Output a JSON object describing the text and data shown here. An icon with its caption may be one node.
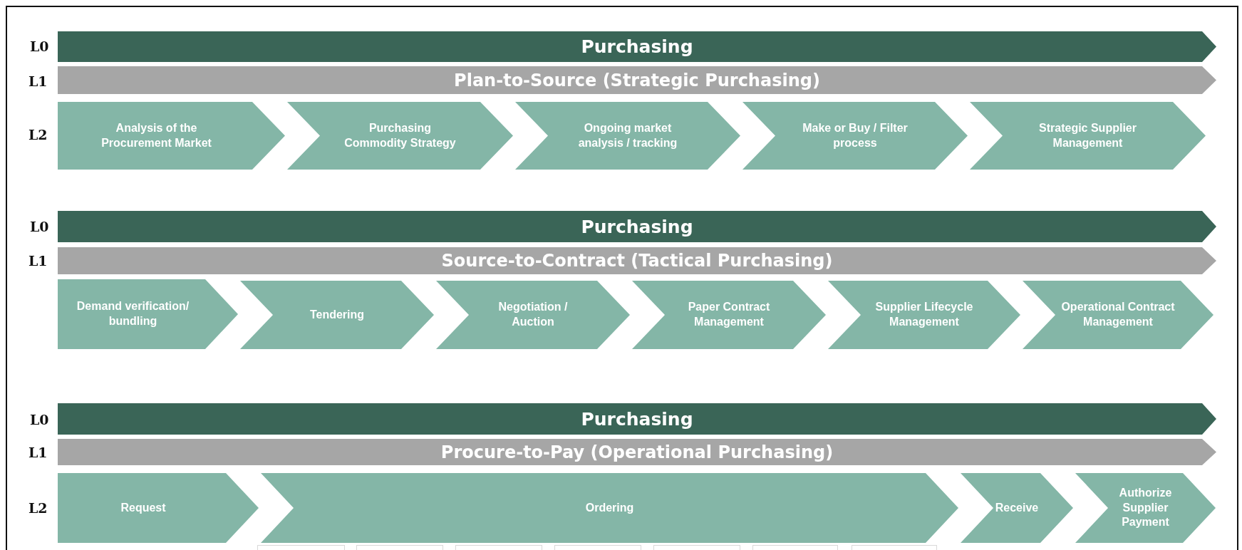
{
  "diagram": {
    "nodes": [
      {
        "text": [
          "Purchasing"
        ]
      },
      {
        "text": [
          "Plan-to-Source (Strategic Purchasing)"
        ]
      },
      {
        "text": [
          "Analysis of the Procurement Market"
        ]
      },
      {
        "text": [
          "Purchasing Commodity Strategy"
        ]
      },
      {
        "text": [
          "Ongoing market analysis / tracking"
        ]
      },
      {
        "text": [
          "Make or Buy / Filter process"
        ]
      },
      {
        "text": [
          "Strategic Supplier Management"
        ]
      },
      {
        "text": [
          "Purchasing"
        ]
      },
      {
        "text": [
          "Source-to-Contract (Tactical Purchasing)"
        ]
      },
      {
        "text": [
          "Demand verification/ bundling"
        ]
      },
      {
        "text": [
          "Tendering"
        ]
      },
      {
        "text": [
          "Negotiation / Auction"
        ]
      },
      {
        "text": [
          "Paper Contract Management"
        ]
      },
      {
        "text": [
          "Supplier Lifecycle Management"
        ]
      },
      {
        "text": [
          "Operational Contract Management"
        ]
      },
      {
        "text": [
          "Purchasing"
        ]
      },
      {
        "text": [
          "Procure-to-Pay (Operational Purchasing)"
        ]
      },
      {
        "text": [
          "Request"
        ]
      },
      {
        "text": [
          "Ordering"
        ]
      },
      {
        "text": [
          "Receive"
        ]
      },
      {
        "text": [
          "Authorize Supplier Payment"
        ]
      },
      {
        "text": [],
        "shape": "box"
      },
      {
        "text": [],
        "shape": "box"
      },
      {
        "text": [],
        "shape": "box"
      },
      {
        "text": [],
        "shape": "box"
      },
      {
        "text": [],
        "shape": "box"
      },
      {
        "text": [],
        "shape": "box"
      },
      {
        "text": [],
        "shape": "box"
      }
    ],
    "labels": [
      "L0",
      "L1",
      "L2",
      "L0",
      "L1",
      "L0",
      "L1",
      "L2"
    ]
  }
}
